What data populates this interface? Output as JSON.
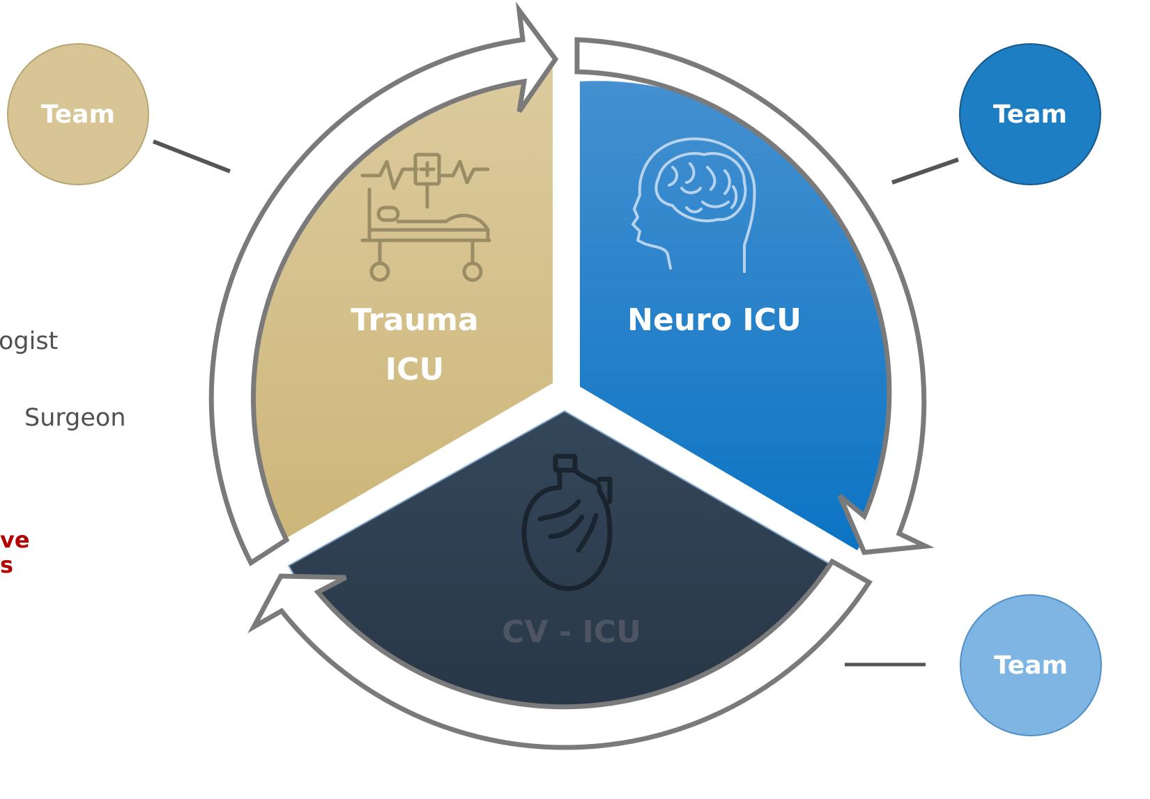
{
  "segments": {
    "trauma": {
      "label": "Trauma ICU",
      "icon": "hospital-bed-monitor-icon",
      "color": "#d6c48e"
    },
    "neuro": {
      "label": "Neuro ICU",
      "icon": "brain-head-icon",
      "color": "#1a80c8"
    },
    "cv": {
      "label": "CV - ICU",
      "icon": "heart-icon",
      "color": "#2b3b4d"
    }
  },
  "teams": {
    "left": {
      "label": "Team",
      "color": "#d8c595"
    },
    "right": {
      "label": "Team",
      "color": "#1e7ec4"
    },
    "bottom": {
      "label": "Team",
      "color": "#7fb5e3"
    }
  },
  "side_text": {
    "line1": "ogist",
    "line2": "Surgeon",
    "red1": "ve",
    "red2": "s"
  },
  "colors": {
    "arrow_outline": "#7a7a7a",
    "connector": "#555555",
    "red_text": "#b30000"
  }
}
